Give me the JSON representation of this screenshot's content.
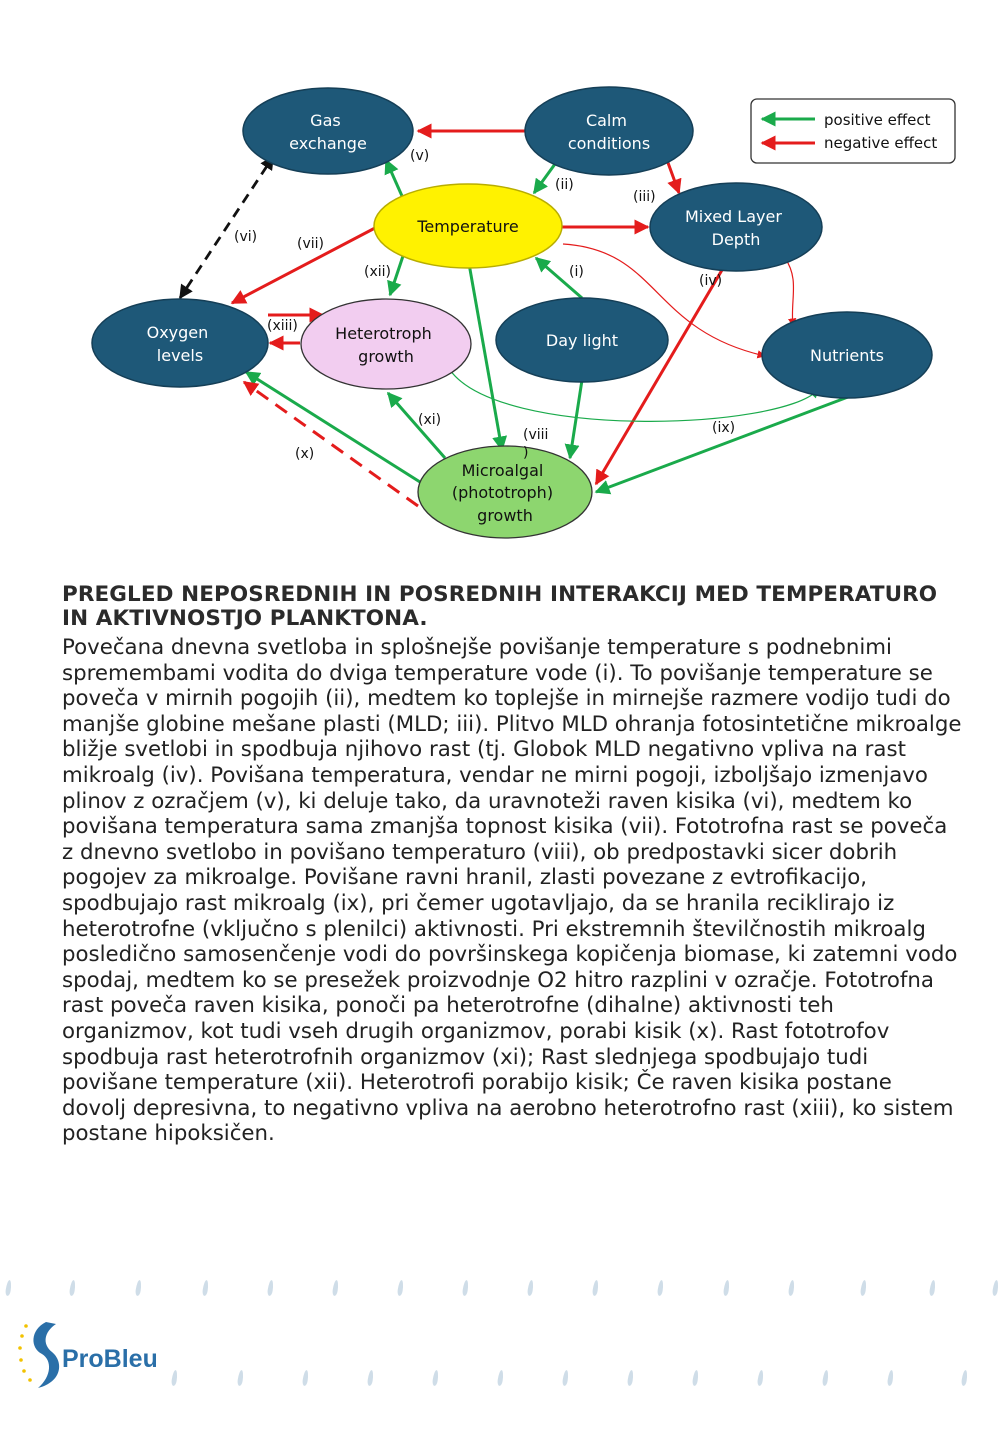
{
  "diagram": {
    "nodes": {
      "gas_exchange": [
        "Gas",
        "exchange"
      ],
      "calm_conditions": [
        "Calm",
        "conditions"
      ],
      "temperature": [
        "Temperature"
      ],
      "mixed_layer_depth": [
        "Mixed Layer",
        "Depth"
      ],
      "oxygen_levels": [
        "Oxygen",
        "levels"
      ],
      "heterotroph_growth": [
        "Heterotroph",
        "growth"
      ],
      "day_light": [
        "Day light"
      ],
      "nutrients": [
        "Nutrients"
      ],
      "microalgal_growth": [
        "Microalgal",
        "(phototroph)",
        "growth"
      ]
    },
    "labels": {
      "i": "(i)",
      "ii": "(ii)",
      "iii": "(iii)",
      "iv": "(iv)",
      "v": "(v)",
      "vi": "(vi)",
      "vii": "(vii)",
      "viii_a": "(viii",
      "viii_b": ")",
      "ix": "(ix)",
      "x": "(x)",
      "xi": "(xi)",
      "xii": "(xii)",
      "xiii": "(xiii)"
    },
    "legend": {
      "positive": "positive effect",
      "negative": "negative effect"
    },
    "colors": {
      "node_dark": "#1e5878",
      "temperature": "#fff200",
      "heterotroph": "#f2cdf0",
      "microalgal": "#8dd66f",
      "positive": "#1aaa4b",
      "negative": "#e41c1c"
    }
  },
  "heading": "PREGLED NEPOSREDNIH IN POSREDNIH INTERAKCIJ MED TEMPERATURO IN AKTIVNOSTJO PLANKTONA.",
  "body": "Povečana dnevna svetloba in splošnejše povišanje temperature s podnebnimi spremembami vodita do dviga temperature vode (i). To povišanje temperature se poveča v mirnih pogojih (ii), medtem ko toplejše in mirnejše razmere vodijo tudi do manjše globine mešane plasti (MLD; iii). Plitvo MLD ohranja fotosintetične mikroalge bližje svetlobi in spodbuja njihovo rast (tj. Globok MLD negativno vpliva na rast mikroalg (iv). Povišana temperatura, vendar ne mirni pogoji, izboljšajo izmenjavo plinov z ozračjem (v), ki deluje tako, da uravnoteži raven kisika (vi), medtem ko povišana temperatura sama zmanjša topnost kisika (vii). Fototrofna rast se poveča z dnevno svetlobo in povišano temperaturo (viii), ob predpostavki sicer dobrih pogojev za mikroalge. Povišane ravni hranil, zlasti povezane z evtrofikacijo, spodbujajo rast mikroalg (ix), pri čemer ugotavljajo, da se hranila reciklirajo iz heterotrofne (vključno s plenilci) aktivnosti. Pri ekstremnih številčnostih mikroalg posledično samosenčenje vodi do površinskega kopičenja biomase, ki zatemni vodo spodaj, medtem ko se presežek proizvodnje O2 hitro razplini v ozračje. Fototrofna rast poveča raven kisika, ponoči pa heterotrofne (dihalne) aktivnosti teh organizmov, kot tudi vseh drugih organizmov, porabi kisik (x). Rast fototrofov spodbuja rast heterotrofnih organizmov (xi); Rast slednjega spodbujajo tudi povišane temperature (xii). Heterotrofi porabijo kisik; Če raven kisika postane dovolj depresivna, to negativno vpliva na aerobno heterotrofno rast (xiii), ko sistem postane hipoksičen.",
  "logo": "ProBleu"
}
